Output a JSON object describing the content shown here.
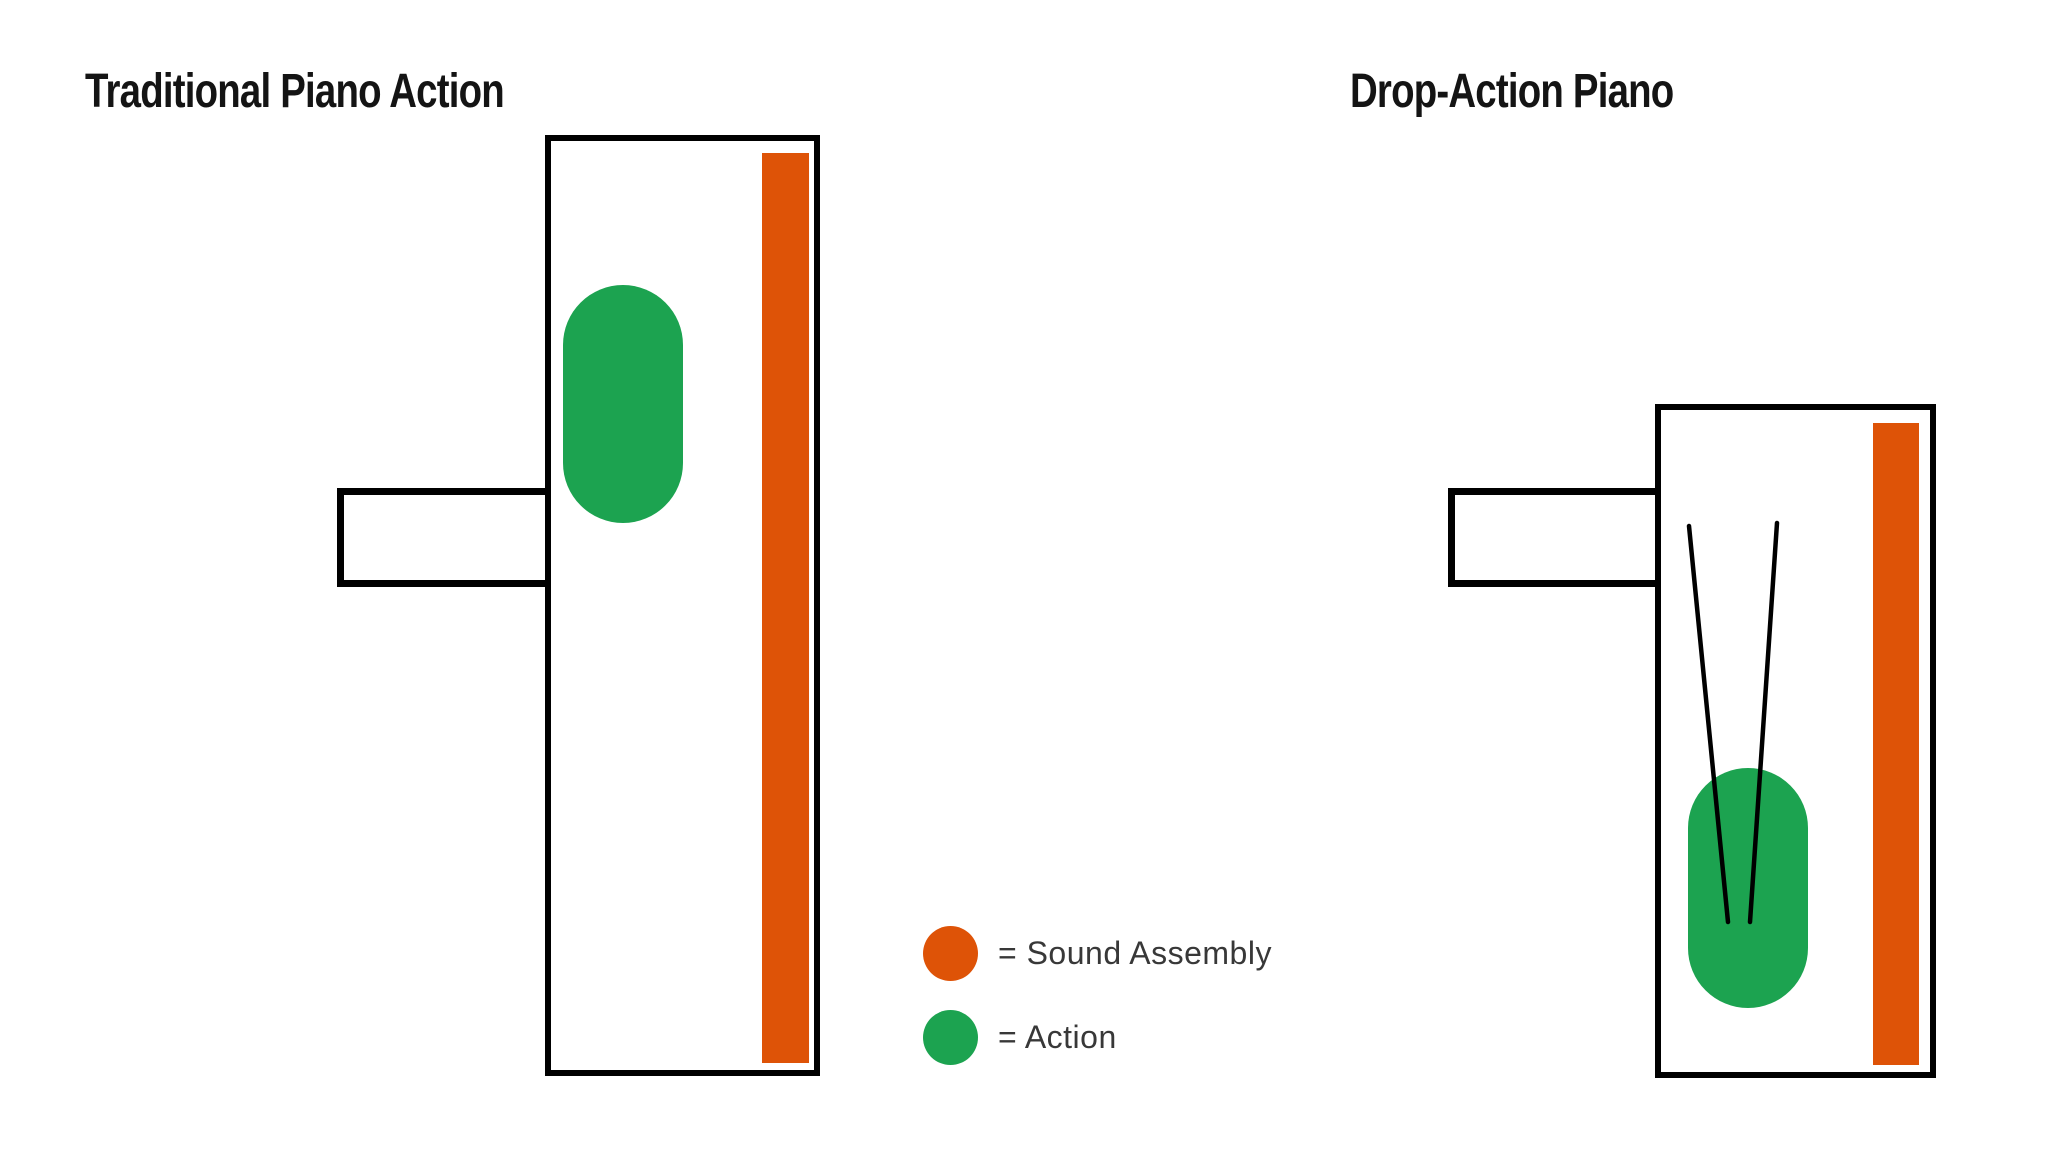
{
  "diagrams": {
    "traditional": {
      "title": "Traditional Piano Action"
    },
    "drop_action": {
      "title": "Drop-Action Piano"
    }
  },
  "legend": {
    "items": [
      {
        "id": "sound-assembly",
        "label": "= Sound Assembly",
        "color": "#DE5307"
      },
      {
        "id": "action",
        "label": "= Action",
        "color": "#1CA350"
      }
    ]
  },
  "colors": {
    "sound_assembly": "#DE5307",
    "action": "#1CA350",
    "ink": "#000000",
    "title_text": "#141414",
    "legend_text": "#383838",
    "background": "#FFFFFF"
  }
}
